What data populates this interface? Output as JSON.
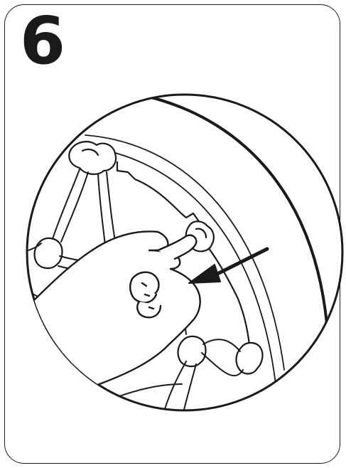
{
  "step": {
    "number": "6"
  },
  "colors": {
    "ink": "#1a1a1a",
    "paper": "#ffffff"
  },
  "illustration": {
    "subject": "hand-attaching-snow-chain-link-to-tire-rim",
    "arrow_icon": "arrow-pointing-to-chain-hook"
  }
}
